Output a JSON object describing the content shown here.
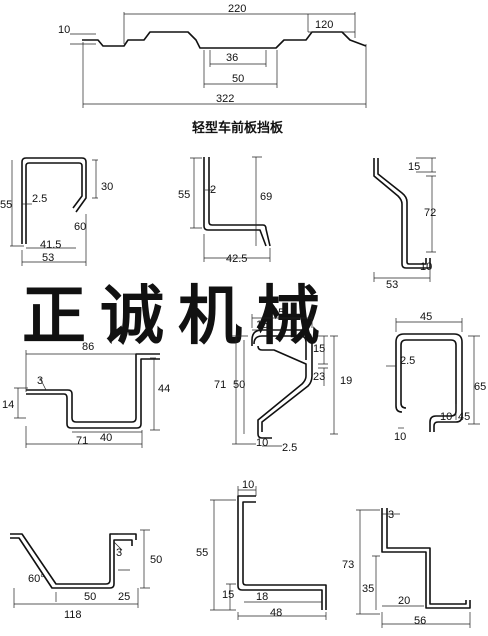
{
  "title": "轻型车前板挡板",
  "watermark": "正诚机械",
  "top_profile": {
    "d220": "220",
    "d120": "120",
    "d10": "10",
    "d36": "36",
    "d50": "50",
    "d322": "322"
  },
  "p1": {
    "d55": "55",
    "d2_5": "2.5",
    "d30": "30",
    "d60": "60",
    "d41_5": "41.5",
    "d53": "53"
  },
  "p2": {
    "d55": "55",
    "d2": "2",
    "d69": "69",
    "d42_5": "42.5"
  },
  "p3": {
    "d15": "15",
    "d72": "72",
    "d10": "10",
    "d53": "53"
  },
  "p4": {
    "d86": "86",
    "d3": "3",
    "d14": "14",
    "d44": "44",
    "d71": "71",
    "d40": "40"
  },
  "p5": {
    "d45": "45",
    "d15a": "15",
    "d15b": "15",
    "d71": "71",
    "d50": "50",
    "d23": "23",
    "d19": "19",
    "d10": "10",
    "d2_5": "2.5"
  },
  "p6": {
    "d45a": "45",
    "d2_5": "2.5",
    "d65": "65",
    "d10a": "10",
    "d45b": "45",
    "d10b": "10"
  },
  "p7": {
    "d3": "3",
    "d50": "50",
    "d60deg": "60°",
    "d50b": "50",
    "d25": "25",
    "d118": "118"
  },
  "p8": {
    "d10": "10",
    "d55": "55",
    "d15": "15",
    "d18": "18",
    "d48": "48"
  },
  "p9": {
    "d3": "3",
    "d73": "73",
    "d35": "35",
    "d20": "20",
    "d56": "56"
  }
}
